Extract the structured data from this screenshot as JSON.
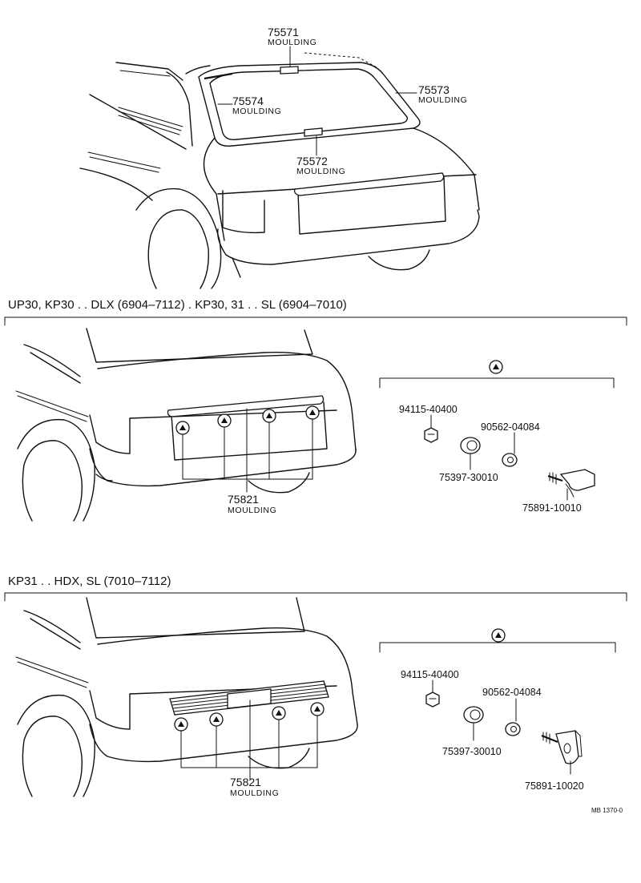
{
  "top": {
    "parts": [
      {
        "number": "75571",
        "name": "MOULDING"
      },
      {
        "number": "75574",
        "name": "MOULDING"
      },
      {
        "number": "75573",
        "name": "MOULDING"
      },
      {
        "number": "75572",
        "name": "MOULDING"
      }
    ]
  },
  "section1": {
    "header": "UP30, KP30 . . DLX (6904–7112) . KP30, 31 . . SL (6904–7010)",
    "moulding": {
      "number": "75821",
      "name": "MOULDING"
    },
    "clip_parts": [
      "94115-40400",
      "90562-04084",
      "75397-30010",
      "75891-10010"
    ]
  },
  "section2": {
    "header": "KP31 . . HDX, SL (7010–7112)",
    "moulding": {
      "number": "75821",
      "name": "MOULDING"
    },
    "clip_parts": [
      "94115-40400",
      "90562-04084",
      "75397-30010",
      "75891-10020"
    ]
  },
  "drawing_code": "MB 1370-0"
}
